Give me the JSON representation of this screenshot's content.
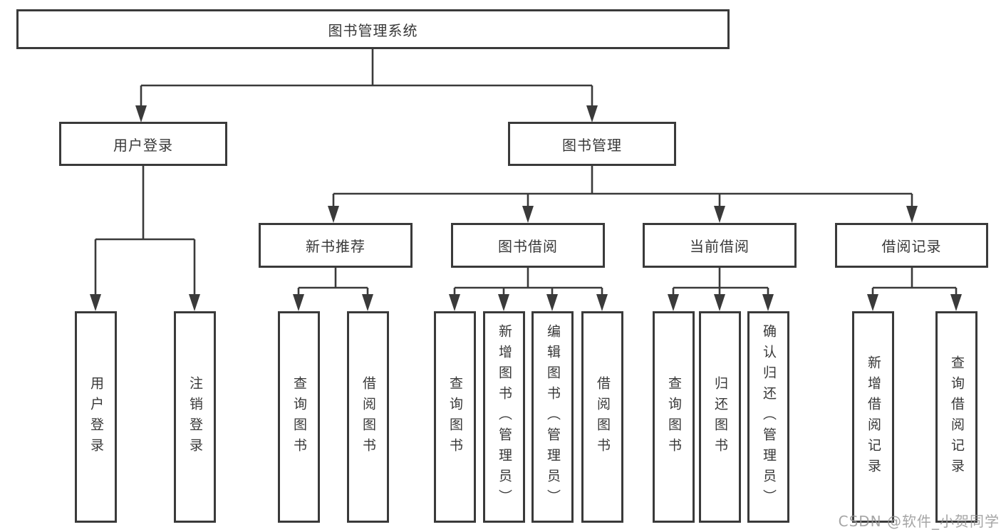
{
  "diagram_title": "图书管理系统",
  "nodes": {
    "root": "图书管理系统",
    "user_login": "用户登录",
    "book_mgmt": "图书管理",
    "new_book_rec": "新书推荐",
    "book_borrow": "图书借阅",
    "current_borrow": "当前借阅",
    "borrow_record": "借阅记录",
    "leaf_user_login": "用户登录",
    "leaf_logout": "注销登录",
    "leaf_nb_search": "查询图书",
    "leaf_nb_borrow": "借阅图书",
    "leaf_bb_search": "查询图书",
    "leaf_bb_add": "新增图书（管理员）",
    "leaf_bb_edit": "编辑图书（管理员）",
    "leaf_bb_borrow": "借阅图书",
    "leaf_cb_search": "查询图书",
    "leaf_cb_return": "归还图书",
    "leaf_cb_confirm": "确认归还（管理员）",
    "leaf_br_add": "新增借阅记录",
    "leaf_br_search": "查询借阅记录"
  },
  "structure": {
    "root": [
      "user_login",
      "book_mgmt"
    ],
    "user_login": [
      "leaf_user_login",
      "leaf_logout"
    ],
    "book_mgmt": [
      "new_book_rec",
      "book_borrow",
      "current_borrow",
      "borrow_record"
    ],
    "new_book_rec": [
      "leaf_nb_search",
      "leaf_nb_borrow"
    ],
    "book_borrow": [
      "leaf_bb_search",
      "leaf_bb_add",
      "leaf_bb_edit",
      "leaf_bb_borrow"
    ],
    "current_borrow": [
      "leaf_cb_search",
      "leaf_cb_return",
      "leaf_cb_confirm"
    ],
    "borrow_record": [
      "leaf_br_add",
      "leaf_br_search"
    ]
  },
  "watermark": "CSDN @软件_小贺同学",
  "colors": {
    "line": "#3a3a3a",
    "box_border": "#3a3a3a",
    "box_fill": "#ffffff",
    "text": "#383838",
    "watermark": "#919191",
    "background": "#ffffff"
  }
}
